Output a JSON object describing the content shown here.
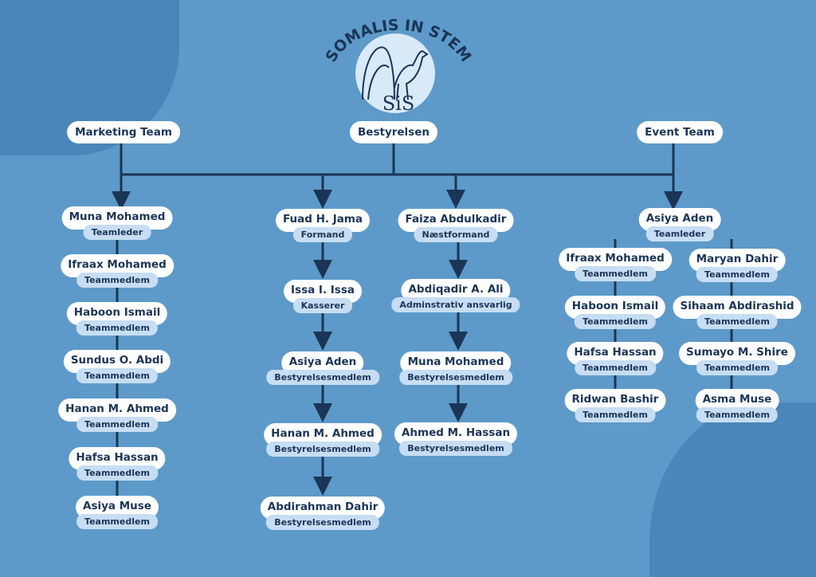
{
  "logo": {
    "title": "SOMALIS IN STEM",
    "monogram": "SiS"
  },
  "headers": {
    "marketing": "Marketing Team",
    "board": "Bestyrelsen",
    "event": "Event Team"
  },
  "marketing": [
    {
      "name": "Muna Mohamed",
      "role": "Teamleder"
    },
    {
      "name": "Ifraax Mohamed",
      "role": "Teammedlem"
    },
    {
      "name": "Haboon Ismail",
      "role": "Teammedlem"
    },
    {
      "name": "Sundus O. Abdi",
      "role": "Teammedlem"
    },
    {
      "name": "Hanan M. Ahmed",
      "role": "Teammedlem"
    },
    {
      "name": "Hafsa Hassan",
      "role": "Teammedlem"
    },
    {
      "name": "Asiya Muse",
      "role": "Teammedlem"
    }
  ],
  "board_left": [
    {
      "name": "Fuad H. Jama",
      "role": "Formand"
    },
    {
      "name": "Issa I. Issa",
      "role": "Kasserer"
    },
    {
      "name": "Asiya Aden",
      "role": "Bestyrelsesmedlem"
    },
    {
      "name": "Hanan M. Ahmed",
      "role": "Bestyrelsesmedlem"
    },
    {
      "name": "Abdirahman Dahir",
      "role": "Bestyrelsesmedlem"
    }
  ],
  "board_right": [
    {
      "name": "Faiza Abdulkadir",
      "role": "Næstformand"
    },
    {
      "name": "Abdiqadir A. Ali",
      "role": "Adminstrativ ansvarlig"
    },
    {
      "name": "Muna Mohamed",
      "role": "Bestyrelsesmedlem"
    },
    {
      "name": "Ahmed M. Hassan",
      "role": "Bestyrelsesmedlem"
    }
  ],
  "event_leader": [
    {
      "name": "Asiya Aden",
      "role": "Teamleder"
    }
  ],
  "event_left": [
    {
      "name": "Ifraax Mohamed",
      "role": "Teammedlem"
    },
    {
      "name": "Haboon Ismail",
      "role": "Teammedlem"
    },
    {
      "name": "Hafsa Hassan",
      "role": "Teammedlem"
    },
    {
      "name": "Ridwan Bashir",
      "role": "Teammedlem"
    }
  ],
  "event_right": [
    {
      "name": "Maryan Dahir",
      "role": "Teammedlem"
    },
    {
      "name": "Sihaam Abdirashid",
      "role": "Teammedlem"
    },
    {
      "name": "Sumayo M. Shire",
      "role": "Teammedlem"
    },
    {
      "name": "Asma Muse",
      "role": "Teammedlem"
    }
  ],
  "colors": {
    "background": "#5d9ac9",
    "text": "#1b3557",
    "role_pill": "#c6ddf3"
  }
}
